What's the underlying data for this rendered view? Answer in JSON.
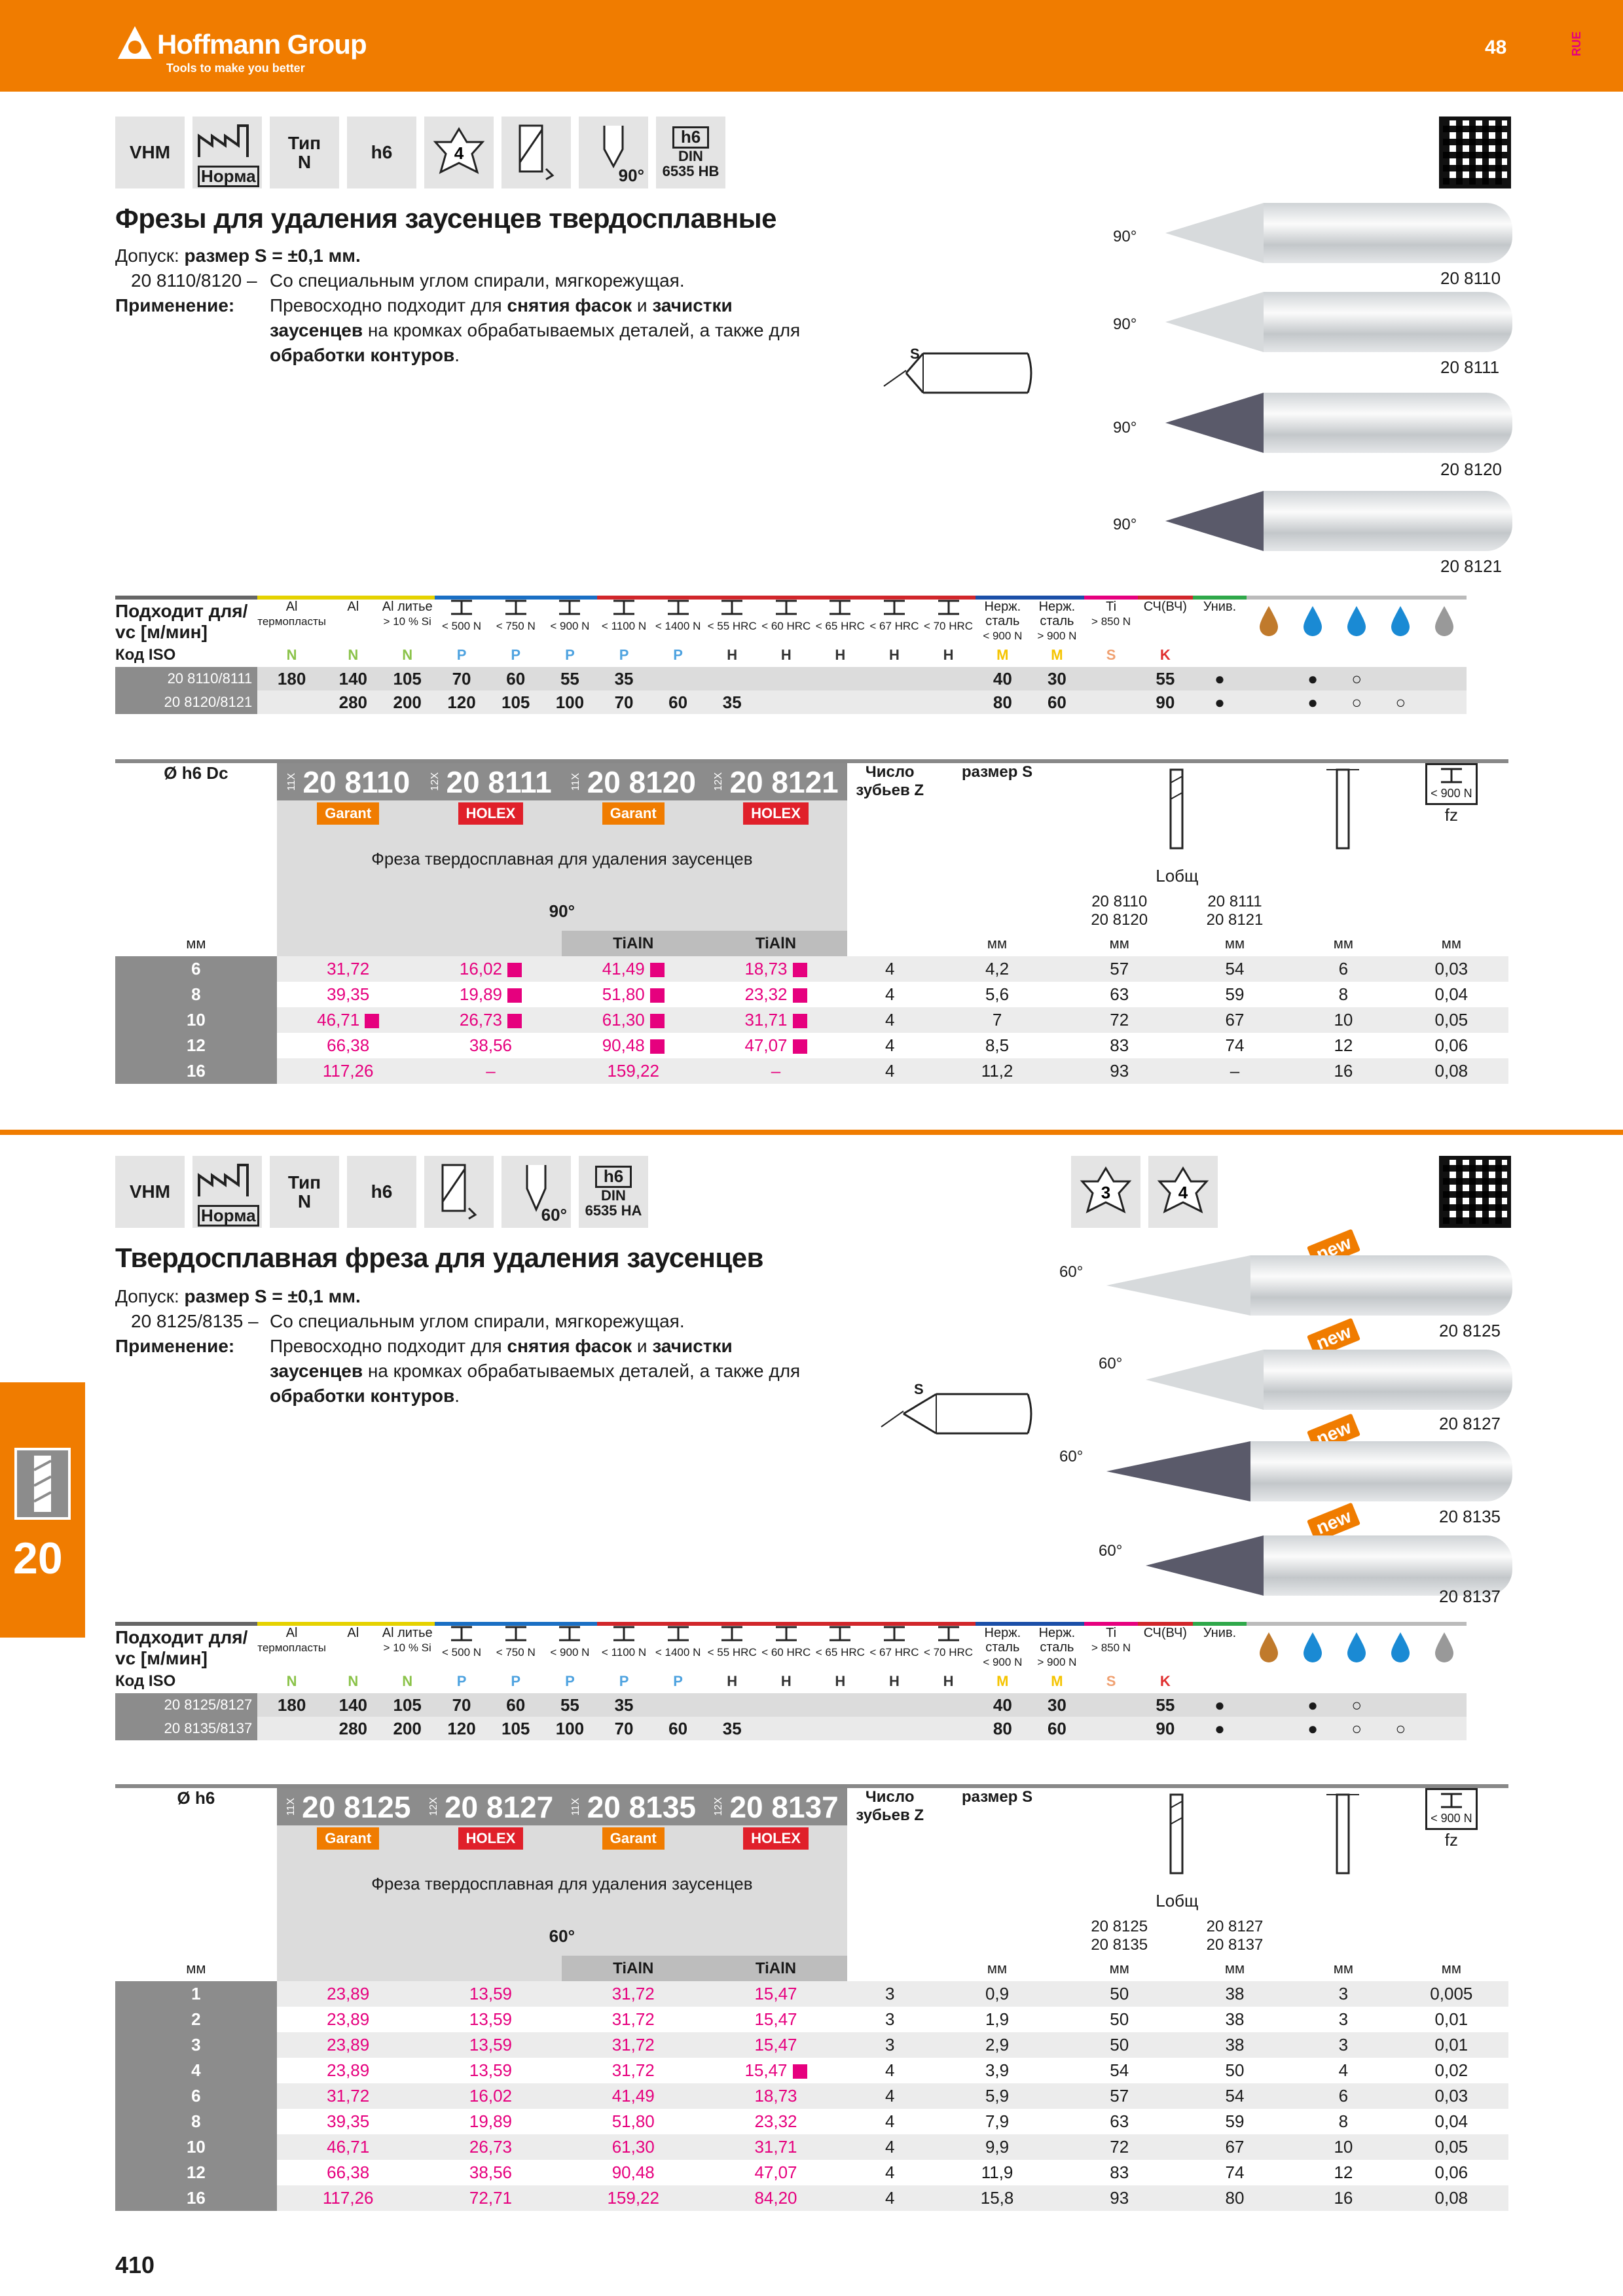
{
  "brand": {
    "name": "Hoffmann Group",
    "tagline": "Tools to make you better"
  },
  "page": {
    "number_top": "48",
    "lang": "RUE",
    "number_bottom": "410",
    "chapter": "20"
  },
  "s1": {
    "icons": {
      "vhm": "VHM",
      "norm": "Норма",
      "tip_label": "Тип",
      "tip_val": "N",
      "h6": "h6",
      "teeth": "4",
      "angle": "90°",
      "din_h6": "h6",
      "din": "DIN",
      "din_no": "6535 HB"
    },
    "title": "Фрезы для удаления заусенцев твердосплавные",
    "tol_pre": "Допуск: ",
    "tol": "размер S = ±0,1 мм.",
    "note_codes": "20 8110/8120 –",
    "note": "Со специальным углом спирали, мягкорежущая.",
    "app_label": "Применение:",
    "app_1": "Превосходно подходит для ",
    "app_b1": "снятия фасок",
    "app_2": " и ",
    "app_b2": "зачистки",
    "app_b3": "заусенцев",
    "app_3": " на кромках обрабатываемых деталей, а также для",
    "app_b4": "обработки контуров",
    "app_4": ".",
    "s_label": "S",
    "tools": [
      {
        "angle": "90°",
        "code": "20 8110"
      },
      {
        "angle": "90°",
        "code": "20 8111"
      },
      {
        "angle": "90°",
        "code": "20 8120"
      },
      {
        "angle": "90°",
        "code": "20 8121"
      }
    ]
  },
  "mat": {
    "h1": "Подходит для/",
    "h2": "vc [м/мин]",
    "cols": [
      [
        "Al",
        "термопласты"
      ],
      [
        "Al",
        ""
      ],
      [
        "Al литье",
        "> 10 % Si"
      ],
      [
        "",
        "< 500 N"
      ],
      [
        "",
        "< 750 N"
      ],
      [
        "",
        "< 900 N"
      ],
      [
        "",
        "< 1100 N"
      ],
      [
        "",
        "< 1400 N"
      ],
      [
        "",
        "< 55 HRC"
      ],
      [
        "",
        "< 60 HRC"
      ],
      [
        "",
        "< 65 HRC"
      ],
      [
        "",
        "< 67 HRC"
      ],
      [
        "",
        "< 70 HRC"
      ],
      [
        "Нерж. сталь",
        "< 900 N"
      ],
      [
        "Нерж. сталь",
        "> 900 N"
      ],
      [
        "Ti",
        "> 850 N"
      ],
      [
        "СЧ(ВЧ)",
        ""
      ],
      [
        "Унив.",
        ""
      ]
    ],
    "colors": [
      "#e5d200",
      "#e5d200",
      "#e5d200",
      "#1a6fc4",
      "#1a6fc4",
      "#1a6fc4",
      "#d1262b",
      "#d1262b",
      "#d1262b",
      "#d1262b",
      "#d1262b",
      "#d1262b",
      "#d1262b",
      "#1b4fa8",
      "#1b4fa8",
      "#e6007e",
      "#d1262b",
      "#2fa84a"
    ],
    "iso_label": "Код ISO",
    "iso": [
      "N",
      "N",
      "N",
      "P",
      "P",
      "P",
      "P",
      "P",
      "H",
      "H",
      "H",
      "H",
      "H",
      "M",
      "M",
      "S",
      "K",
      ""
    ],
    "iso_colors": [
      "#8bc34a",
      "#8bc34a",
      "#8bc34a",
      "#4fa3e0",
      "#4fa3e0",
      "#4fa3e0",
      "#4fa3e0",
      "#4fa3e0",
      "#333",
      "#333",
      "#333",
      "#333",
      "#333",
      "#f5c400",
      "#f5c400",
      "#f0a070",
      "#e03030",
      ""
    ]
  },
  "mat1": {
    "rows": [
      {
        "code": "20 8110/8111",
        "vals": [
          "180",
          "140",
          "105",
          "70",
          "60",
          "55",
          "35",
          "",
          "",
          "",
          "",
          "",
          "",
          "40",
          "30",
          "",
          "55",
          "●"
        ],
        "cool": [
          "",
          "●",
          "○",
          "",
          ""
        ]
      },
      {
        "code": "20 8120/8121",
        "vals": [
          "",
          "280",
          "200",
          "120",
          "105",
          "100",
          "70",
          "60",
          "35",
          "",
          "",
          "",
          "",
          "80",
          "60",
          "",
          "90",
          "●"
        ],
        "cool": [
          "",
          "●",
          "○",
          "○",
          ""
        ]
      }
    ]
  },
  "sel1": {
    "dia": "Ø h6 Dc",
    "codes": [
      {
        "pre": "11X",
        "code": "20 8110"
      },
      {
        "pre": "12X",
        "code": "20 8111"
      },
      {
        "pre": "11X",
        "code": "20 8120"
      },
      {
        "pre": "12X",
        "code": "20 8121"
      }
    ],
    "brands": [
      "Garant",
      "HOLEX",
      "Garant",
      "HOLEX"
    ],
    "desc": "Фреза твердосплавная для удаления заусенцев",
    "angle": "90°",
    "coat": [
      "",
      "",
      "TiAlN",
      "TiAlN"
    ],
    "z_label": "Число зубьев Z",
    "s_label": "размер S",
    "l_label": "Lобщ",
    "l_c1": "20 8110\n20 8120",
    "l_c2": "20 8111\n20 8121",
    "fz": "fz",
    "n900": "< 900 N",
    "units": {
      "d": "мм",
      "s": "мм",
      "l1": "мм",
      "l2": "мм",
      "d2": "мм",
      "fz": "мм"
    },
    "rows": [
      {
        "d": "6",
        "p": [
          "31,72",
          "16,02",
          "41,49",
          "18,73"
        ],
        "m": [
          false,
          true,
          true,
          true
        ],
        "z": "4",
        "s": "4,2",
        "l1": "57",
        "l2": "54",
        "d2": "6",
        "fz": "0,03"
      },
      {
        "d": "8",
        "p": [
          "39,35",
          "19,89",
          "51,80",
          "23,32"
        ],
        "m": [
          false,
          true,
          true,
          true
        ],
        "z": "4",
        "s": "5,6",
        "l1": "63",
        "l2": "59",
        "d2": "8",
        "fz": "0,04"
      },
      {
        "d": "10",
        "p": [
          "46,71",
          "26,73",
          "61,30",
          "31,71"
        ],
        "m": [
          true,
          true,
          true,
          true
        ],
        "z": "4",
        "s": "7",
        "l1": "72",
        "l2": "67",
        "d2": "10",
        "fz": "0,05"
      },
      {
        "d": "12",
        "p": [
          "66,38",
          "38,56",
          "90,48",
          "47,07"
        ],
        "m": [
          false,
          false,
          true,
          true
        ],
        "z": "4",
        "s": "8,5",
        "l1": "83",
        "l2": "74",
        "d2": "12",
        "fz": "0,06"
      },
      {
        "d": "16",
        "p": [
          "117,26",
          "–",
          "159,22",
          "–"
        ],
        "m": [
          false,
          false,
          false,
          false
        ],
        "z": "4",
        "s": "11,2",
        "l1": "93",
        "l2": "–",
        "d2": "16",
        "fz": "0,08"
      }
    ]
  },
  "s2": {
    "icons": {
      "vhm": "VHM",
      "norm": "Норма",
      "tip_label": "Тип",
      "tip_val": "N",
      "h6": "h6",
      "angle": "60°",
      "din_h6": "h6",
      "din": "DIN",
      "din_no": "6535 HA",
      "t3": "3",
      "t4": "4"
    },
    "title": "Твердосплавная фреза для удаления заусенцев",
    "tol_pre": "Допуск: ",
    "tol": "размер S = ±0,1 мм.",
    "note_codes": "20 8125/8135 –",
    "note": "Со специальным углом спирали, мягкорежущая.",
    "app_label": "Применение:",
    "app_1": "Превосходно подходит для ",
    "app_b1": "снятия фасок",
    "app_2": " и ",
    "app_b2": "зачистки",
    "app_b3": "заусенцев",
    "app_3": " на кромках обрабатываемых деталей, а также для",
    "app_b4": "обработки контуров",
    "app_4": ".",
    "s_label": "S",
    "new": "new",
    "tools": [
      {
        "angle": "60°",
        "code": "20 8125"
      },
      {
        "angle": "60°",
        "code": "20 8127"
      },
      {
        "angle": "60°",
        "code": "20 8135"
      },
      {
        "angle": "60°",
        "code": "20 8137"
      }
    ]
  },
  "mat2": {
    "rows": [
      {
        "code": "20 8125/8127",
        "vals": [
          "180",
          "140",
          "105",
          "70",
          "60",
          "55",
          "35",
          "",
          "",
          "",
          "",
          "",
          "",
          "40",
          "30",
          "",
          "55",
          "●"
        ],
        "cool": [
          "",
          "●",
          "○",
          "",
          ""
        ]
      },
      {
        "code": "20 8135/8137",
        "vals": [
          "",
          "280",
          "200",
          "120",
          "105",
          "100",
          "70",
          "60",
          "35",
          "",
          "",
          "",
          "",
          "80",
          "60",
          "",
          "90",
          "●"
        ],
        "cool": [
          "",
          "●",
          "○",
          "○",
          ""
        ]
      }
    ]
  },
  "sel2": {
    "dia": "Ø h6",
    "codes": [
      {
        "pre": "11X",
        "code": "20 8125"
      },
      {
        "pre": "12X",
        "code": "20 8127"
      },
      {
        "pre": "11X",
        "code": "20 8135"
      },
      {
        "pre": "12X",
        "code": "20 8137"
      }
    ],
    "brands": [
      "Garant",
      "HOLEX",
      "Garant",
      "HOLEX"
    ],
    "desc": "Фреза твердосплавная для удаления заусенцев",
    "angle": "60°",
    "coat": [
      "",
      "",
      "TiAlN",
      "TiAlN"
    ],
    "z_label": "Число зубьев Z",
    "s_label": "размер S",
    "l_label": "Lобщ",
    "l_c1": "20 8125\n20 8135",
    "l_c2": "20 8127\n20 8137",
    "fz": "fz",
    "n900": "< 900 N",
    "units": {
      "d": "мм",
      "s": "мм",
      "l1": "мм",
      "l2": "мм",
      "d2": "мм",
      "fz": "мм"
    },
    "rows": [
      {
        "d": "1",
        "p": [
          "23,89",
          "13,59",
          "31,72",
          "15,47"
        ],
        "m": [
          false,
          false,
          false,
          false
        ],
        "z": "3",
        "s": "0,9",
        "l1": "50",
        "l2": "38",
        "d2": "3",
        "fz": "0,005"
      },
      {
        "d": "2",
        "p": [
          "23,89",
          "13,59",
          "31,72",
          "15,47"
        ],
        "m": [
          false,
          false,
          false,
          false
        ],
        "z": "3",
        "s": "1,9",
        "l1": "50",
        "l2": "38",
        "d2": "3",
        "fz": "0,01"
      },
      {
        "d": "3",
        "p": [
          "23,89",
          "13,59",
          "31,72",
          "15,47"
        ],
        "m": [
          false,
          false,
          false,
          false
        ],
        "z": "3",
        "s": "2,9",
        "l1": "50",
        "l2": "38",
        "d2": "3",
        "fz": "0,01"
      },
      {
        "d": "4",
        "p": [
          "23,89",
          "13,59",
          "31,72",
          "15,47"
        ],
        "m": [
          false,
          false,
          false,
          true
        ],
        "z": "4",
        "s": "3,9",
        "l1": "54",
        "l2": "50",
        "d2": "4",
        "fz": "0,02"
      },
      {
        "d": "6",
        "p": [
          "31,72",
          "16,02",
          "41,49",
          "18,73"
        ],
        "m": [
          false,
          false,
          false,
          false
        ],
        "z": "4",
        "s": "5,9",
        "l1": "57",
        "l2": "54",
        "d2": "6",
        "fz": "0,03"
      },
      {
        "d": "8",
        "p": [
          "39,35",
          "19,89",
          "51,80",
          "23,32"
        ],
        "m": [
          false,
          false,
          false,
          false
        ],
        "z": "4",
        "s": "7,9",
        "l1": "63",
        "l2": "59",
        "d2": "8",
        "fz": "0,04"
      },
      {
        "d": "10",
        "p": [
          "46,71",
          "26,73",
          "61,30",
          "31,71"
        ],
        "m": [
          false,
          false,
          false,
          false
        ],
        "z": "4",
        "s": "9,9",
        "l1": "72",
        "l2": "67",
        "d2": "10",
        "fz": "0,05"
      },
      {
        "d": "12",
        "p": [
          "66,38",
          "38,56",
          "90,48",
          "47,07"
        ],
        "m": [
          false,
          false,
          false,
          false
        ],
        "z": "4",
        "s": "11,9",
        "l1": "83",
        "l2": "74",
        "d2": "12",
        "fz": "0,06"
      },
      {
        "d": "16",
        "p": [
          "117,26",
          "72,71",
          "159,22",
          "84,20"
        ],
        "m": [
          false,
          false,
          false,
          false
        ],
        "z": "4",
        "s": "15,8",
        "l1": "93",
        "l2": "80",
        "d2": "16",
        "fz": "0,08"
      }
    ]
  }
}
